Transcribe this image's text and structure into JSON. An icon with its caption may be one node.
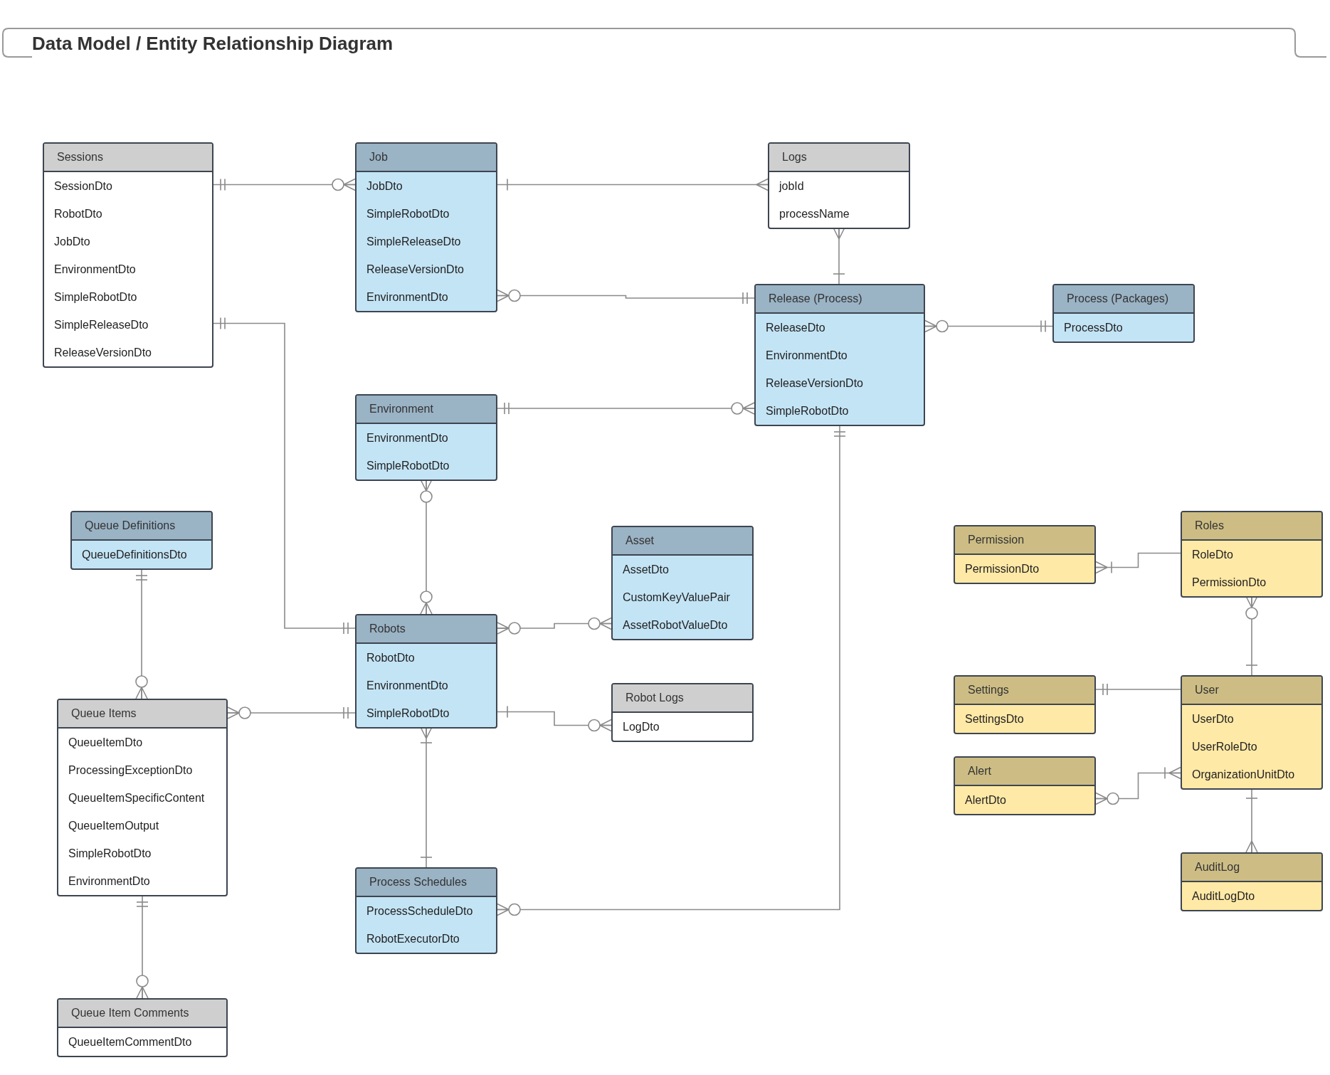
{
  "diagram": {
    "title": "Data Model / Entity Relationship Diagram",
    "nodes": [
      {
        "text": [
          "Sessions",
          "SessionDto",
          "RobotDto",
          "JobDto",
          "EnvironmentDto",
          "SimpleRobotDto",
          "SimpleReleaseDto",
          "ReleaseVersionDto"
        ]
      },
      {
        "text": [
          "Job",
          "JobDto",
          "SimpleRobotDto",
          "SimpleReleaseDto",
          "ReleaseVersionDto",
          "EnvironmentDto"
        ]
      },
      {
        "text": [
          "Logs",
          "jobId",
          "processName"
        ]
      },
      {
        "text": [
          "Release (Process)",
          "ReleaseDto",
          "EnvironmentDto",
          "ReleaseVersionDto",
          "SimpleRobotDto"
        ]
      },
      {
        "text": [
          "Process (Packages)",
          "ProcessDto"
        ]
      },
      {
        "text": [
          "Environment",
          "EnvironmentDto",
          "SimpleRobotDto"
        ]
      },
      {
        "text": [
          "Queue Definitions",
          "QueueDefinitionsDto"
        ]
      },
      {
        "text": [
          "Asset",
          "AssetDto",
          "CustomKeyValuePair",
          "AssetRobotValueDto"
        ]
      },
      {
        "text": [
          "Permission",
          "PermissionDto"
        ]
      },
      {
        "text": [
          "Roles",
          "RoleDto",
          "PermissionDto"
        ]
      },
      {
        "text": [
          "Robots",
          "RobotDto",
          "EnvironmentDto",
          "SimpleRobotDto"
        ]
      },
      {
        "text": [
          "Settings",
          "SettingsDto"
        ]
      },
      {
        "text": [
          "User",
          "UserDto",
          "UserRoleDto",
          "OrganizationUnitDto"
        ]
      },
      {
        "text": [
          "Robot Logs",
          "LogDto"
        ]
      },
      {
        "text": [
          "Queue Items",
          "QueueItemDto",
          "ProcessingExceptionDto",
          "QueueItemSpecificContent",
          "QueueItemOutput",
          "SimpleRobotDto",
          "EnvironmentDto"
        ]
      },
      {
        "text": [
          "Alert",
          "AlertDto"
        ]
      },
      {
        "text": [
          "AuditLog",
          "AuditLogDto"
        ]
      },
      {
        "text": [
          "Process Schedules",
          "ProcessScheduleDto",
          "RobotExecutorDto"
        ]
      },
      {
        "text": [
          "Queue Item Comments",
          "QueueItemCommentDto"
        ]
      }
    ],
    "edges": [
      {
        "from": 0,
        "to": 1,
        "arrow": "other"
      },
      {
        "from": 1,
        "to": 2,
        "arrow": "other"
      },
      {
        "from": 1,
        "to": 3,
        "arrow": "other"
      },
      {
        "from": 2,
        "to": 3,
        "arrow": "other"
      },
      {
        "from": 3,
        "to": 4,
        "arrow": "other"
      },
      {
        "from": 5,
        "to": 3,
        "arrow": "other"
      },
      {
        "from": 0,
        "to": 10,
        "arrow": "other"
      },
      {
        "from": 5,
        "to": 10,
        "arrow": "other"
      },
      {
        "from": 10,
        "to": 7,
        "arrow": "other"
      },
      {
        "from": 6,
        "to": 14,
        "arrow": "other"
      },
      {
        "from": 14,
        "to": 10,
        "arrow": "other"
      },
      {
        "from": 10,
        "to": 13,
        "arrow": "other"
      },
      {
        "from": 10,
        "to": 17,
        "arrow": "other"
      },
      {
        "from": 3,
        "to": 17,
        "arrow": "other"
      },
      {
        "from": 14,
        "to": 18,
        "arrow": "other"
      },
      {
        "from": 8,
        "to": 9,
        "arrow": "other"
      },
      {
        "from": 9,
        "to": 12,
        "arrow": "other"
      },
      {
        "from": 11,
        "to": 12,
        "arrow": "other"
      },
      {
        "from": 15,
        "to": 12,
        "arrow": "other"
      },
      {
        "from": 12,
        "to": 16,
        "arrow": "other"
      }
    ]
  }
}
